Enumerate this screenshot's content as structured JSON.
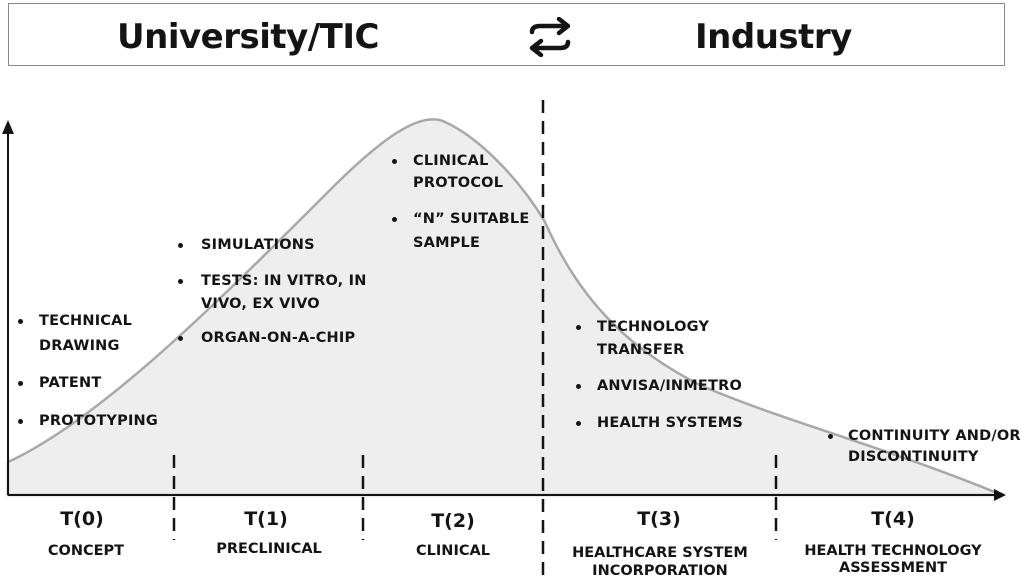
{
  "header": {
    "left_label": "University/TIC",
    "right_label": "Industry",
    "exchange_icon": "exchange-arrows-icon"
  },
  "concept": {
    "items": [
      "TECHNICAL",
      "DRAWING",
      "PATENT",
      "PROTOTYPING"
    ]
  },
  "preclinical": {
    "items": [
      "SIMULATIONS",
      "TESTS: IN VITRO, IN",
      "VIVO, EX VIVO",
      "ORGAN-ON-A-CHIP"
    ]
  },
  "clinical": {
    "items": [
      "CLINICAL",
      "PROTOCOL",
      "“N” SUITABLE",
      "SAMPLE"
    ]
  },
  "incorporation": {
    "items": [
      "TECHNOLOGY",
      "TRANSFER",
      "ANVISA/INMETRO",
      "HEALTH SYSTEMS"
    ]
  },
  "assessment": {
    "items": [
      "CONTINUITY AND/OR",
      "DISCONTINUITY"
    ]
  },
  "phases": [
    {
      "t": "T(0)",
      "name": "CONCEPT"
    },
    {
      "t": "T(1)",
      "name": "PRECLINICAL"
    },
    {
      "t": "T(2)",
      "name": "CLINICAL"
    },
    {
      "t": "T(3)",
      "name": "HEALTHCARE SYSTEM",
      "name2": "INCORPORATION"
    },
    {
      "t": "T(4)",
      "name": "HEALTH TECHNOLOGY",
      "name2": "ASSESSMENT"
    }
  ]
}
